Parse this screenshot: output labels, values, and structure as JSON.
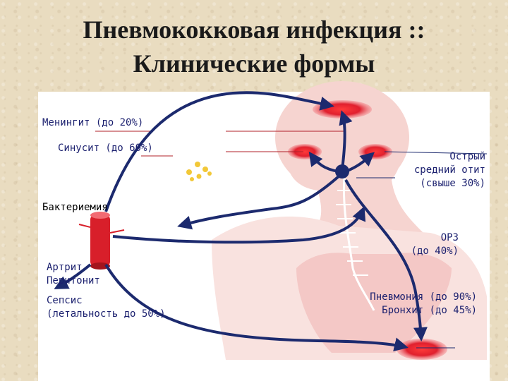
{
  "title": {
    "line1": "Пневмококковая инфекция ::",
    "line2": "Клинические формы"
  },
  "labels": {
    "meningitis": "Менингит (до 20%)",
    "sinusitis": "Синусит (до 60%)",
    "otitis_1": "Острый",
    "otitis_2": "средний отит",
    "otitis_3": "(свыше 30%)",
    "bacteremia": "Бактериемия",
    "arthritis_1": "Артрит",
    "arthritis_2": "Перитонит",
    "sepsis_1": "Сепсис",
    "sepsis_2": "(летальность до 50%)",
    "orz_1": "ОРЗ",
    "orz_2": "(до 40%)",
    "pneumonia": "Пневмония (до 90%)",
    "bronchitis": "Бронхит (до 45%)"
  },
  "colors": {
    "arrow": "#1c2a6e",
    "infection": "#e0202e",
    "body": "#f6d4d0"
  }
}
